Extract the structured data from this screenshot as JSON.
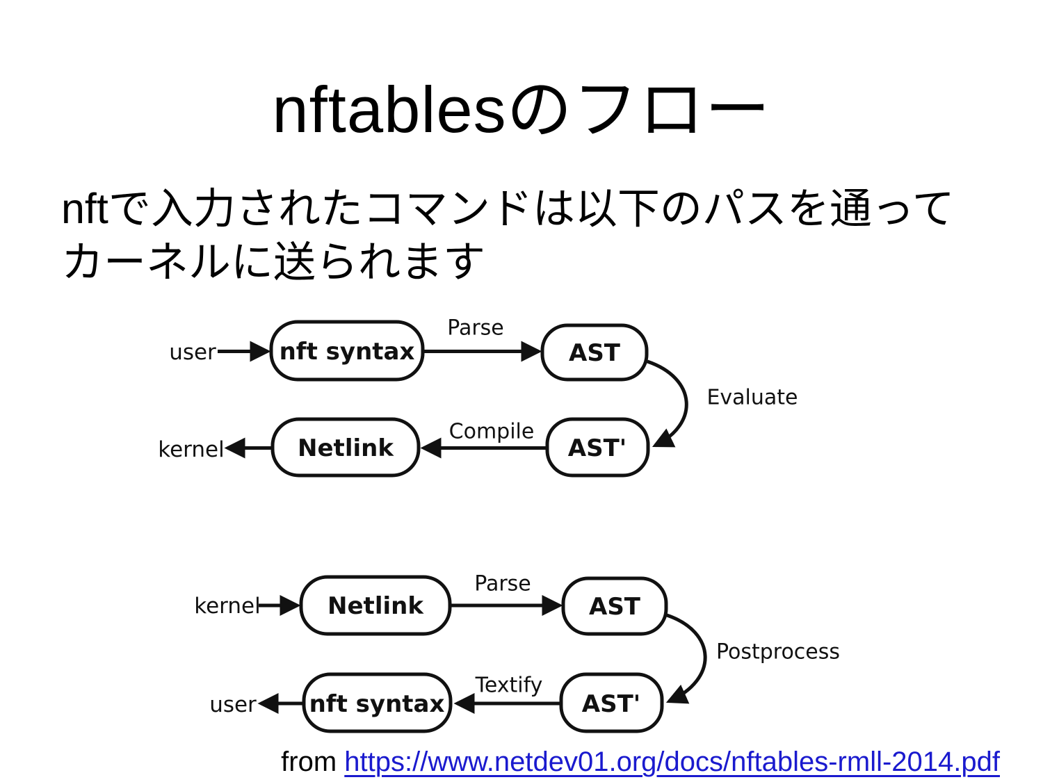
{
  "slide": {
    "title": "nftablesのフロー",
    "body": {
      "line1": "nftで入力されたコマンドは以下のパスを通って",
      "line2": "カーネルに送られます"
    },
    "footer": {
      "prefix": "from ",
      "link_text": "https://www.netdev01.org/docs/nftables-rmll-2014.pdf"
    }
  },
  "colors": {
    "background": "#ffffff",
    "text": "#000000",
    "link": "#1a1ace",
    "diagram_stroke": "#111111"
  },
  "diagram_top": {
    "source": "user",
    "sink": "kernel",
    "node1": "nft syntax",
    "node2": "AST",
    "node3": "AST'",
    "node4": "Netlink",
    "edge1": "Parse",
    "edge2": "Evaluate",
    "edge3": "Compile"
  },
  "diagram_bottom": {
    "source": "kernel",
    "sink": "user",
    "node1": "Netlink",
    "node2": "AST",
    "node3": "AST'",
    "node4": "nft syntax",
    "edge1": "Parse",
    "edge2": "Postprocess",
    "edge3": "Textify"
  }
}
